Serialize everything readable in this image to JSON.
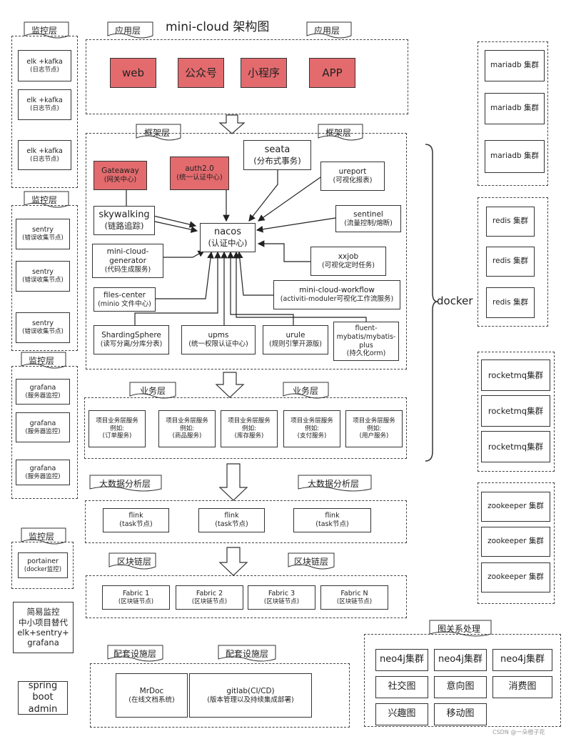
{
  "title": "mini-cloud 架构图",
  "layers": {
    "monitor": "监控层",
    "app": "应用层",
    "framework": "框架层",
    "business": "业务层",
    "bigdata": "大数据分析层",
    "blockchain": "区块链层",
    "support": "配套设施层",
    "graph": "图关系处理"
  },
  "app_items": [
    "web",
    "公众号",
    "小程序",
    "APP"
  ],
  "monitor_groups": {
    "elk": {
      "name": "elk +kafka",
      "sub": "(日志节点)"
    },
    "sentry": {
      "name": "sentry",
      "sub": "(错误收集节点)"
    },
    "grafana": {
      "name": "grafana",
      "sub": "(服务器监控)"
    },
    "portainer": {
      "name": "portainer",
      "sub": "(docker监控)"
    }
  },
  "simple_monitor": [
    "简易监控",
    "中小项目替代",
    "elk+sentry+",
    "grafana"
  ],
  "spring_admin": [
    "spring",
    "boot",
    "admin"
  ],
  "framework": {
    "gateway": {
      "name": "Gateaway",
      "sub": "(网关中心)"
    },
    "auth": {
      "name": "auth2.0",
      "sub": "(统一认证中心)"
    },
    "seata": {
      "name": "seata",
      "sub": "(分布式事务)"
    },
    "ureport": {
      "name": "ureport",
      "sub": "(可视化报表)"
    },
    "skywalking": {
      "name": "skywalking",
      "sub": "(链路追踪)"
    },
    "nacos": {
      "name": "nacos",
      "sub": "(认证中心)"
    },
    "sentinel": {
      "name": "sentinel",
      "sub": "(流量控制/熔断)"
    },
    "generator": {
      "lines": [
        "mini-cloud-",
        "generator",
        "(代码生成服务)"
      ]
    },
    "xxjob": {
      "name": "xxjob",
      "sub": "(可视化定时任务)"
    },
    "files": {
      "name": "files-center",
      "sub": "(minio 文件中心)"
    },
    "workflow": {
      "name": "mini-cloud-workflow",
      "sub": "(activiti-moduler可视化工作流服务)"
    },
    "sharding": {
      "name": "ShardingSphere",
      "sub": "(读写分离/分库分表)"
    },
    "upms": {
      "name": "upms",
      "sub": "(统一权限认证中心)"
    },
    "urule": {
      "name": "urule",
      "sub": "(规则引擎开源版)"
    },
    "fluent": {
      "lines": [
        "fluent-",
        "mybatis/mybatis-",
        "plus",
        "(持久化orm)"
      ]
    }
  },
  "business_items": [
    {
      "l1": "项目业务层服务",
      "l2": "例如:",
      "l3": "(订单服务)"
    },
    {
      "l1": "项目业务层服务",
      "l2": "例如:",
      "l3": "(商品服务)"
    },
    {
      "l1": "项目业务层服务",
      "l2": "例如:",
      "l3": "(库存服务)"
    },
    {
      "l1": "项目业务层服务",
      "l2": "例如:",
      "l3": "(支付服务)"
    },
    {
      "l1": "项目业务层服务",
      "l2": "例如:",
      "l3": "(用户服务)"
    }
  ],
  "flink": {
    "name": "flink",
    "sub": "(task节点)"
  },
  "fabric": [
    {
      "name": "Fabric 1",
      "sub": "(区块链节点)"
    },
    {
      "name": "Fabric 2",
      "sub": "(区块链节点)"
    },
    {
      "name": "Fabric 3",
      "sub": "(区块链节点)"
    },
    {
      "name": "Fabric N",
      "sub": "(区块链节点)"
    }
  ],
  "support": {
    "mrdoc": {
      "name": "MrDoc",
      "sub": "(在线文档系统)"
    },
    "gitlab": {
      "name": "gitlab(CI/CD)",
      "sub": "(版本管理以及持续集成部署)"
    }
  },
  "clusters": {
    "mariadb": "mariadb 集群",
    "redis": "redis 集群",
    "rocketmq": "rocketmq集群",
    "zookeeper": "zookeeper 集群"
  },
  "docker": "docker",
  "graph": {
    "neo4j": "neo4j集群",
    "social": "社交图",
    "intent": "意向图",
    "consume": "消费图",
    "interest": "兴趣图",
    "mobile": "移动图"
  },
  "watermark": "CSDN @一朵橙子花",
  "colors": {
    "accent": "#e36b6e",
    "line": "#333333"
  }
}
